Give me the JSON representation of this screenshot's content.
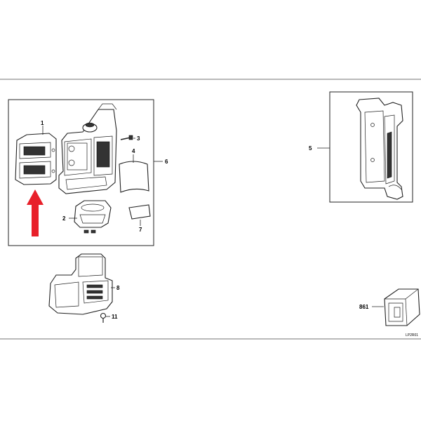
{
  "callouts": {
    "c1": "1",
    "c2": "2",
    "c3": "3",
    "c4": "4",
    "c5": "5",
    "c6": "6",
    "c7": "7",
    "c8": "8",
    "c11": "11",
    "c861": "861"
  },
  "footer_code": "LP2R01",
  "colors": {
    "arrow": "#e8202a",
    "line": "#222222"
  }
}
